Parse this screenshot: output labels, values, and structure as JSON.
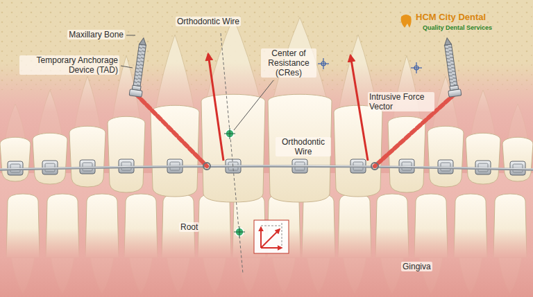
{
  "diagram": {
    "labels": [
      "Maxillary Bone",
      "Orthodontic Wire",
      "Temporary Anchorage Device (TAD)",
      "Center of Resistance (CRes)",
      "Intrusive Force Vector",
      "Orthodontic Wire",
      "Root",
      "Gingiva",
      "HCM City Dental",
      "Quality Dental Services"
    ]
  }
}
